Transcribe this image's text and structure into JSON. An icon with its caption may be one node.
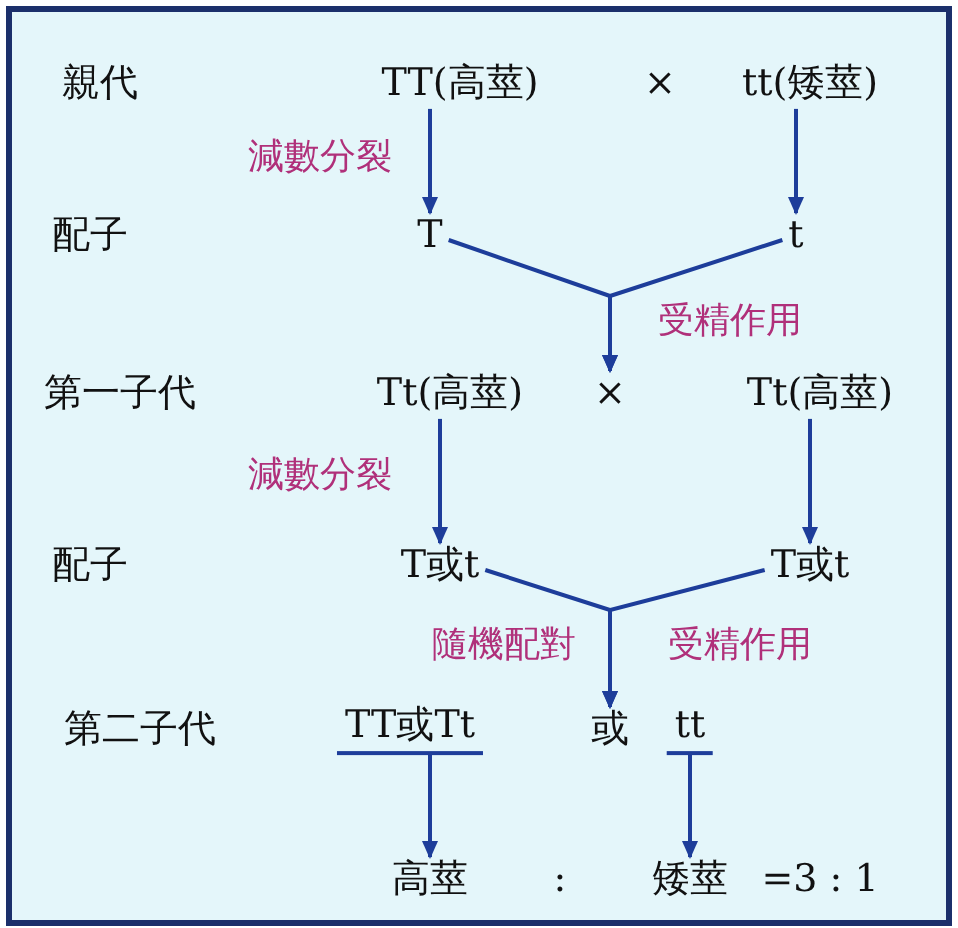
{
  "diagram": {
    "nodes": [
      {
        "text": [
          "TT(高莖)"
        ]
      },
      {
        "text": [
          "tt(矮莖)"
        ]
      },
      {
        "text": [
          "T"
        ]
      },
      {
        "text": [
          "t"
        ]
      },
      {
        "text": [
          "Tt(高莖)"
        ]
      },
      {
        "text": [
          "×"
        ]
      },
      {
        "text": [
          "Tt(高莖)"
        ]
      },
      {
        "text": [
          "T或t"
        ]
      },
      {
        "text": [
          "T或t"
        ]
      },
      {
        "text": [
          "TT或Tt"
        ]
      },
      {
        "text": [
          "或"
        ]
      },
      {
        "text": [
          "tt"
        ]
      },
      {
        "text": [
          "高莖"
        ]
      },
      {
        "text": [
          "矮莖"
        ]
      }
    ],
    "edges": [
      {
        "from": 0,
        "to": 2,
        "arrow": "to",
        "label": "減數分裂"
      },
      {
        "from": 1,
        "to": 3,
        "arrow": "to"
      },
      {
        "from": 2,
        "to": 5,
        "arrow": "to"
      },
      {
        "from": 3,
        "to": 5,
        "arrow": "to",
        "label": "受精作用"
      },
      {
        "from": 4,
        "to": 7,
        "arrow": "to",
        "label": "減數分裂"
      },
      {
        "from": 6,
        "to": 8,
        "arrow": "to"
      },
      {
        "from": 7,
        "to": 10,
        "arrow": "to",
        "label": "隨機配對"
      },
      {
        "from": 8,
        "to": 10,
        "arrow": "to",
        "label": "受精作用"
      },
      {
        "from": 9,
        "to": 12,
        "arrow": "to"
      },
      {
        "from": 11,
        "to": 13,
        "arrow": "to"
      }
    ],
    "labels": [
      "親代",
      "×",
      "配子",
      "第一子代",
      "配子",
      "第二子代",
      ":",
      "=3 : 1"
    ]
  }
}
